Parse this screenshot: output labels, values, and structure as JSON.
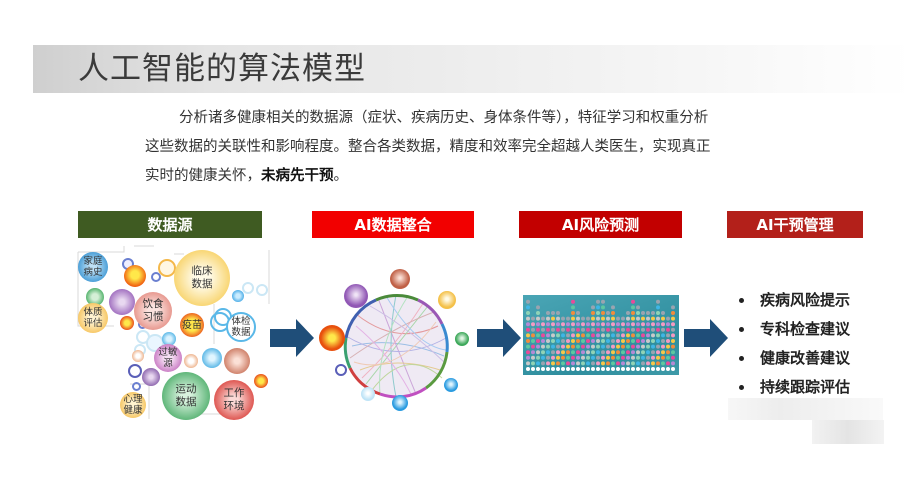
{
  "title": "人工智能的算法模型",
  "description": {
    "line1": "分析诸多健康相关的数据源（症状、疾病历史、身体条件等），特征学习和权重分析",
    "line2": "这些数据的关联性和影响程度。整合各类数据，精度和效率完全超越人类医生，实现真正",
    "line3_prefix": "实时的健康关怀，",
    "line3_bold": "未病先干预",
    "line3_suffix": "。"
  },
  "stages": [
    {
      "label": "数据源",
      "color": "#3f5b22"
    },
    {
      "label": "AI数据整合",
      "color": "#f20000"
    },
    {
      "label": "AI风险预测",
      "color": "#c20000"
    },
    {
      "label": "AI干预管理",
      "color": "#b3201a"
    }
  ],
  "arrow_color": "#1f4e79",
  "data_sources": {
    "bubbles": [
      {
        "label": "家庭\n病史",
        "color": "#3b9bd6"
      },
      {
        "label": "体质\n评估",
        "color": "#f4c150"
      },
      {
        "label": "饮食\n习惯",
        "color": "#e8867a"
      },
      {
        "label": "临床\n数据",
        "color": "#f6c445"
      },
      {
        "label": "疫苗",
        "color": "#e83020"
      },
      {
        "label": "体检\n数据",
        "color": "#ffffff"
      },
      {
        "label": "过敏\n源",
        "color": "#c76bc0"
      },
      {
        "label": "心理\n健康",
        "color": "#f5c560"
      },
      {
        "label": "运动\n数据",
        "color": "#3daa5a"
      },
      {
        "label": "工作\n环境",
        "color": "#d8302a"
      }
    ]
  },
  "interventions": [
    "疾病风险提示",
    "专科检查建议",
    "健康改善建议",
    "持续跟踪评估"
  ]
}
